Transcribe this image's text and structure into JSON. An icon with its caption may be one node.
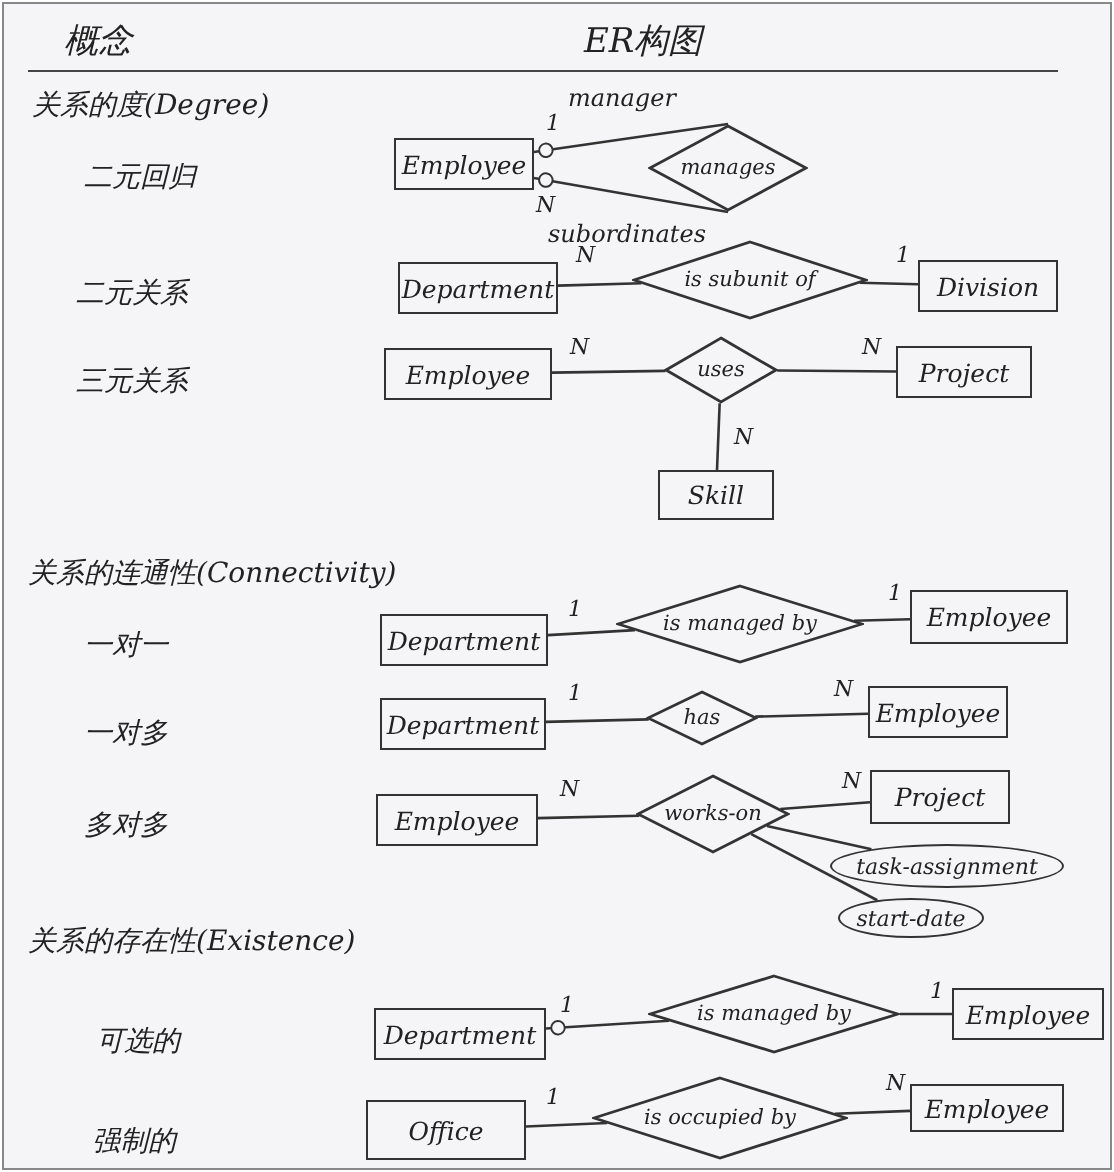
{
  "diagram": {
    "nodes": [
      {
        "text": [
          "Employee"
        ]
      },
      {
        "text": [
          "manages"
        ]
      },
      {
        "text": [
          "Department"
        ]
      },
      {
        "text": [
          "is subunit of"
        ]
      },
      {
        "text": [
          "Division"
        ]
      },
      {
        "text": [
          "Employee"
        ]
      },
      {
        "text": [
          "uses"
        ]
      },
      {
        "text": [
          "Project"
        ]
      },
      {
        "text": [
          "Skill"
        ]
      },
      {
        "text": [
          "Department"
        ]
      },
      {
        "text": [
          "is managed by"
        ]
      },
      {
        "text": [
          "Employee"
        ]
      },
      {
        "text": [
          "Department"
        ]
      },
      {
        "text": [
          "has"
        ]
      },
      {
        "text": [
          "Employee"
        ]
      },
      {
        "text": [
          "Employee"
        ]
      },
      {
        "text": [
          "works-on"
        ]
      },
      {
        "text": [
          "Project"
        ]
      },
      {
        "text": [
          "task-assignment"
        ]
      },
      {
        "text": [
          "start-date"
        ]
      },
      {
        "text": [
          "Department"
        ]
      },
      {
        "text": [
          "is managed by"
        ]
      },
      {
        "text": [
          "Employee"
        ]
      },
      {
        "text": [
          "Office"
        ]
      },
      {
        "text": [
          "is occupied by"
        ]
      },
      {
        "text": [
          "Employee"
        ]
      }
    ],
    "edges": [
      {
        "from": 0,
        "to": 1,
        "arrow": "other",
        "label": "1"
      },
      {
        "from": 0,
        "to": 1,
        "arrow": "other",
        "label": "N"
      },
      {
        "from": 2,
        "to": 3,
        "arrow": "none",
        "label": "N"
      },
      {
        "from": 3,
        "to": 4,
        "arrow": "none",
        "label": "1"
      },
      {
        "from": 5,
        "to": 6,
        "arrow": "none",
        "label": "N"
      },
      {
        "from": 6,
        "to": 7,
        "arrow": "none",
        "label": "N"
      },
      {
        "from": 6,
        "to": 8,
        "arrow": "none",
        "label": "N"
      },
      {
        "from": 9,
        "to": 10,
        "arrow": "none",
        "label": "1"
      },
      {
        "from": 10,
        "to": 11,
        "arrow": "none",
        "label": "1"
      },
      {
        "from": 12,
        "to": 13,
        "arrow": "none",
        "label": "1"
      },
      {
        "from": 13,
        "to": 14,
        "arrow": "none",
        "label": "N"
      },
      {
        "from": 15,
        "to": 16,
        "arrow": "none",
        "label": "N"
      },
      {
        "from": 16,
        "to": 17,
        "arrow": "none",
        "label": "N"
      },
      {
        "from": 16,
        "to": 18,
        "arrow": "none"
      },
      {
        "from": 16,
        "to": 19,
        "arrow": "none"
      },
      {
        "from": 20,
        "to": 21,
        "arrow": "other",
        "label": "1"
      },
      {
        "from": 21,
        "to": 22,
        "arrow": "none",
        "label": "1"
      },
      {
        "from": 23,
        "to": 24,
        "arrow": "none",
        "label": "1"
      },
      {
        "from": 24,
        "to": 25,
        "arrow": "none",
        "label": "N"
      }
    ],
    "labels": [
      "概念",
      "ER构图",
      "关系的度(Degree)",
      "manager",
      "二元回归",
      "subordinates",
      "二元关系",
      "三元关系",
      "关系的连通性(Connectivity)",
      "一对一",
      "一对多",
      "多对多",
      "关系的存在性(Existence)",
      "可选的",
      "强制的"
    ]
  }
}
